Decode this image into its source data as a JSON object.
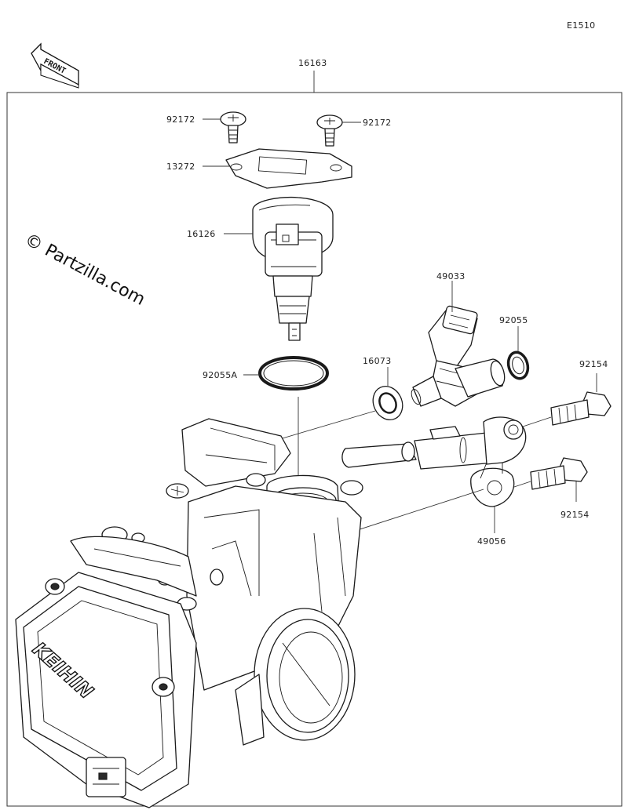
{
  "diagram_code": "E1510",
  "front_label": "FRONT",
  "watermark": "© Partzilla.com",
  "brand_mark": "KEIHIN",
  "callouts": {
    "assembly": "16163",
    "screw_left": "92172",
    "screw_right": "92172",
    "plate": "13272",
    "sensor": "16126",
    "oring_large": "92055A",
    "seal_small": "16073",
    "injector": "49033",
    "oring_injector": "92055",
    "bolt_upper": "92154",
    "bolt_lower": "92154",
    "delivery_pipe": "49056"
  }
}
